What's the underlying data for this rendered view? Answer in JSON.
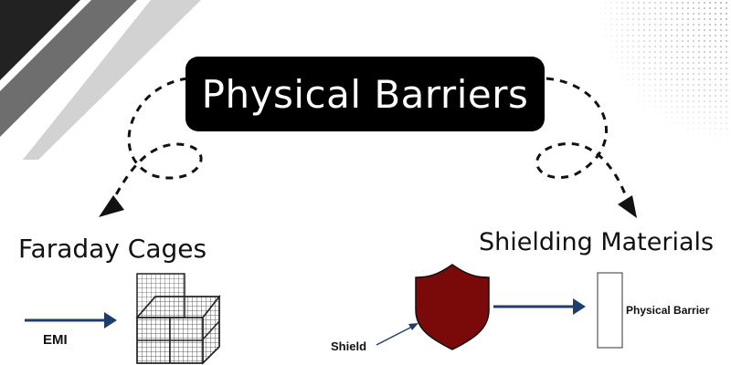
{
  "title": "Physical Barriers",
  "left": {
    "label": "Faraday Cages",
    "arrow_label": "EMI"
  },
  "right": {
    "label": "Shielding Materials",
    "shield_label": "Shield",
    "barrier_label": "Physical Barrier"
  },
  "colors": {
    "shield_fill": "#7a0a0a",
    "arrow_blue": "#1f3d6b",
    "title_bg": "#000000"
  }
}
